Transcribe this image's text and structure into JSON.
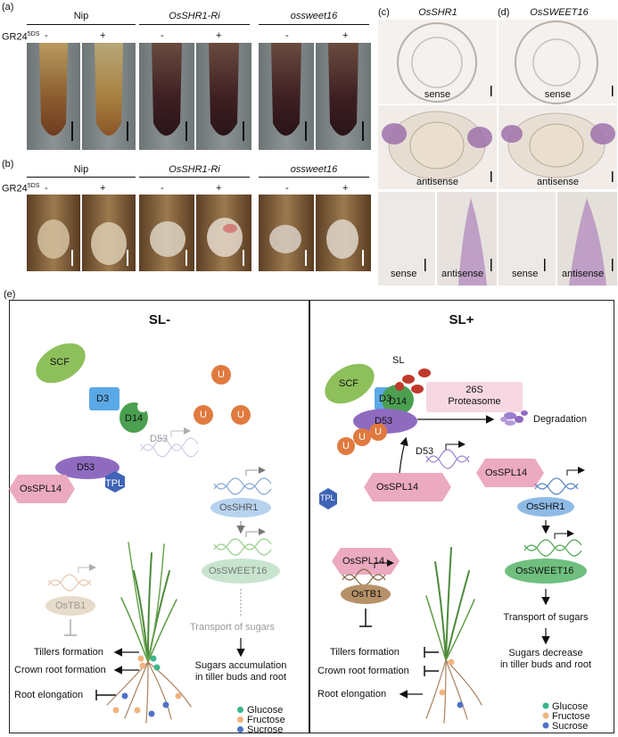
{
  "panel_a": {
    "label": "(a)",
    "treatment": "GR24",
    "treatment_sup": "5DS",
    "groups": [
      {
        "name": "Nip",
        "italic": false,
        "minus": "-",
        "plus": "+"
      },
      {
        "name": "OsSHR1-Ri",
        "italic": true,
        "minus": "-",
        "plus": "+"
      },
      {
        "name": "ossweet16",
        "italic": true,
        "minus": "-",
        "plus": "+"
      }
    ]
  },
  "panel_b": {
    "label": "(b)",
    "treatment": "GR24",
    "treatment_sup": "5DS",
    "groups": [
      {
        "name": "Nip",
        "italic": false,
        "minus": "-",
        "plus": "+"
      },
      {
        "name": "OsSHR1-Ri",
        "italic": true,
        "minus": "-",
        "plus": "+"
      },
      {
        "name": "ossweet16",
        "italic": true,
        "minus": "-",
        "plus": "+"
      }
    ]
  },
  "panel_c": {
    "label": "(c)",
    "title": "OsSHR1",
    "sense": "sense",
    "antisense": "antisense"
  },
  "panel_d": {
    "label": "(d)",
    "title": "OsSWEET16",
    "sense": "sense",
    "antisense": "antisense"
  },
  "panel_e": {
    "label": "(e)",
    "left": {
      "title": "SL-",
      "scf": "SCF",
      "d14": "D14",
      "d3": "D3",
      "u": "U",
      "d53_gene": "D53",
      "d53_protein": "D53",
      "ospl14": "OsSPL14",
      "tpl": "TPL",
      "osshr1": "OsSHR1",
      "ossweet16": "OsSWEET16",
      "ostb1": "OsTB1",
      "transport": "Transport of sugars",
      "outcome": [
        "Sugars accumulation",
        "in tiller buds and root"
      ],
      "phenotypes": [
        "Tillers formation",
        "Crown root formation",
        "Root elongation"
      ]
    },
    "right": {
      "title": "SL+",
      "sl": "SL",
      "scf": "SCF",
      "d3": "D3",
      "d14": "D14",
      "d53_protein": "D53",
      "u": "U",
      "proteasome": [
        "26S",
        "Proteasome"
      ],
      "degradation": "Degradation",
      "d53_gene": "D53",
      "ospl14_center": "OsSPL14",
      "tpl": "TPL",
      "ospl14_top": "OsSPL14",
      "osshr1": "OsSHR1",
      "ossweet16": "OsSWEET16",
      "ospl14_tb1": "OsSPL14",
      "ostb1": "OsTB1",
      "transport": "Transport of sugars",
      "outcome": [
        "Sugars decrease",
        "in tiller buds and root"
      ],
      "phenotypes": [
        "Tillers formation",
        "Crown root formation",
        "Root elongation"
      ]
    },
    "legend": [
      {
        "name": "Glucose",
        "color": "#3bb58a"
      },
      {
        "name": "Fructose",
        "color": "#f2b37e"
      },
      {
        "name": "Sucrose",
        "color": "#4f72c8"
      }
    ]
  }
}
